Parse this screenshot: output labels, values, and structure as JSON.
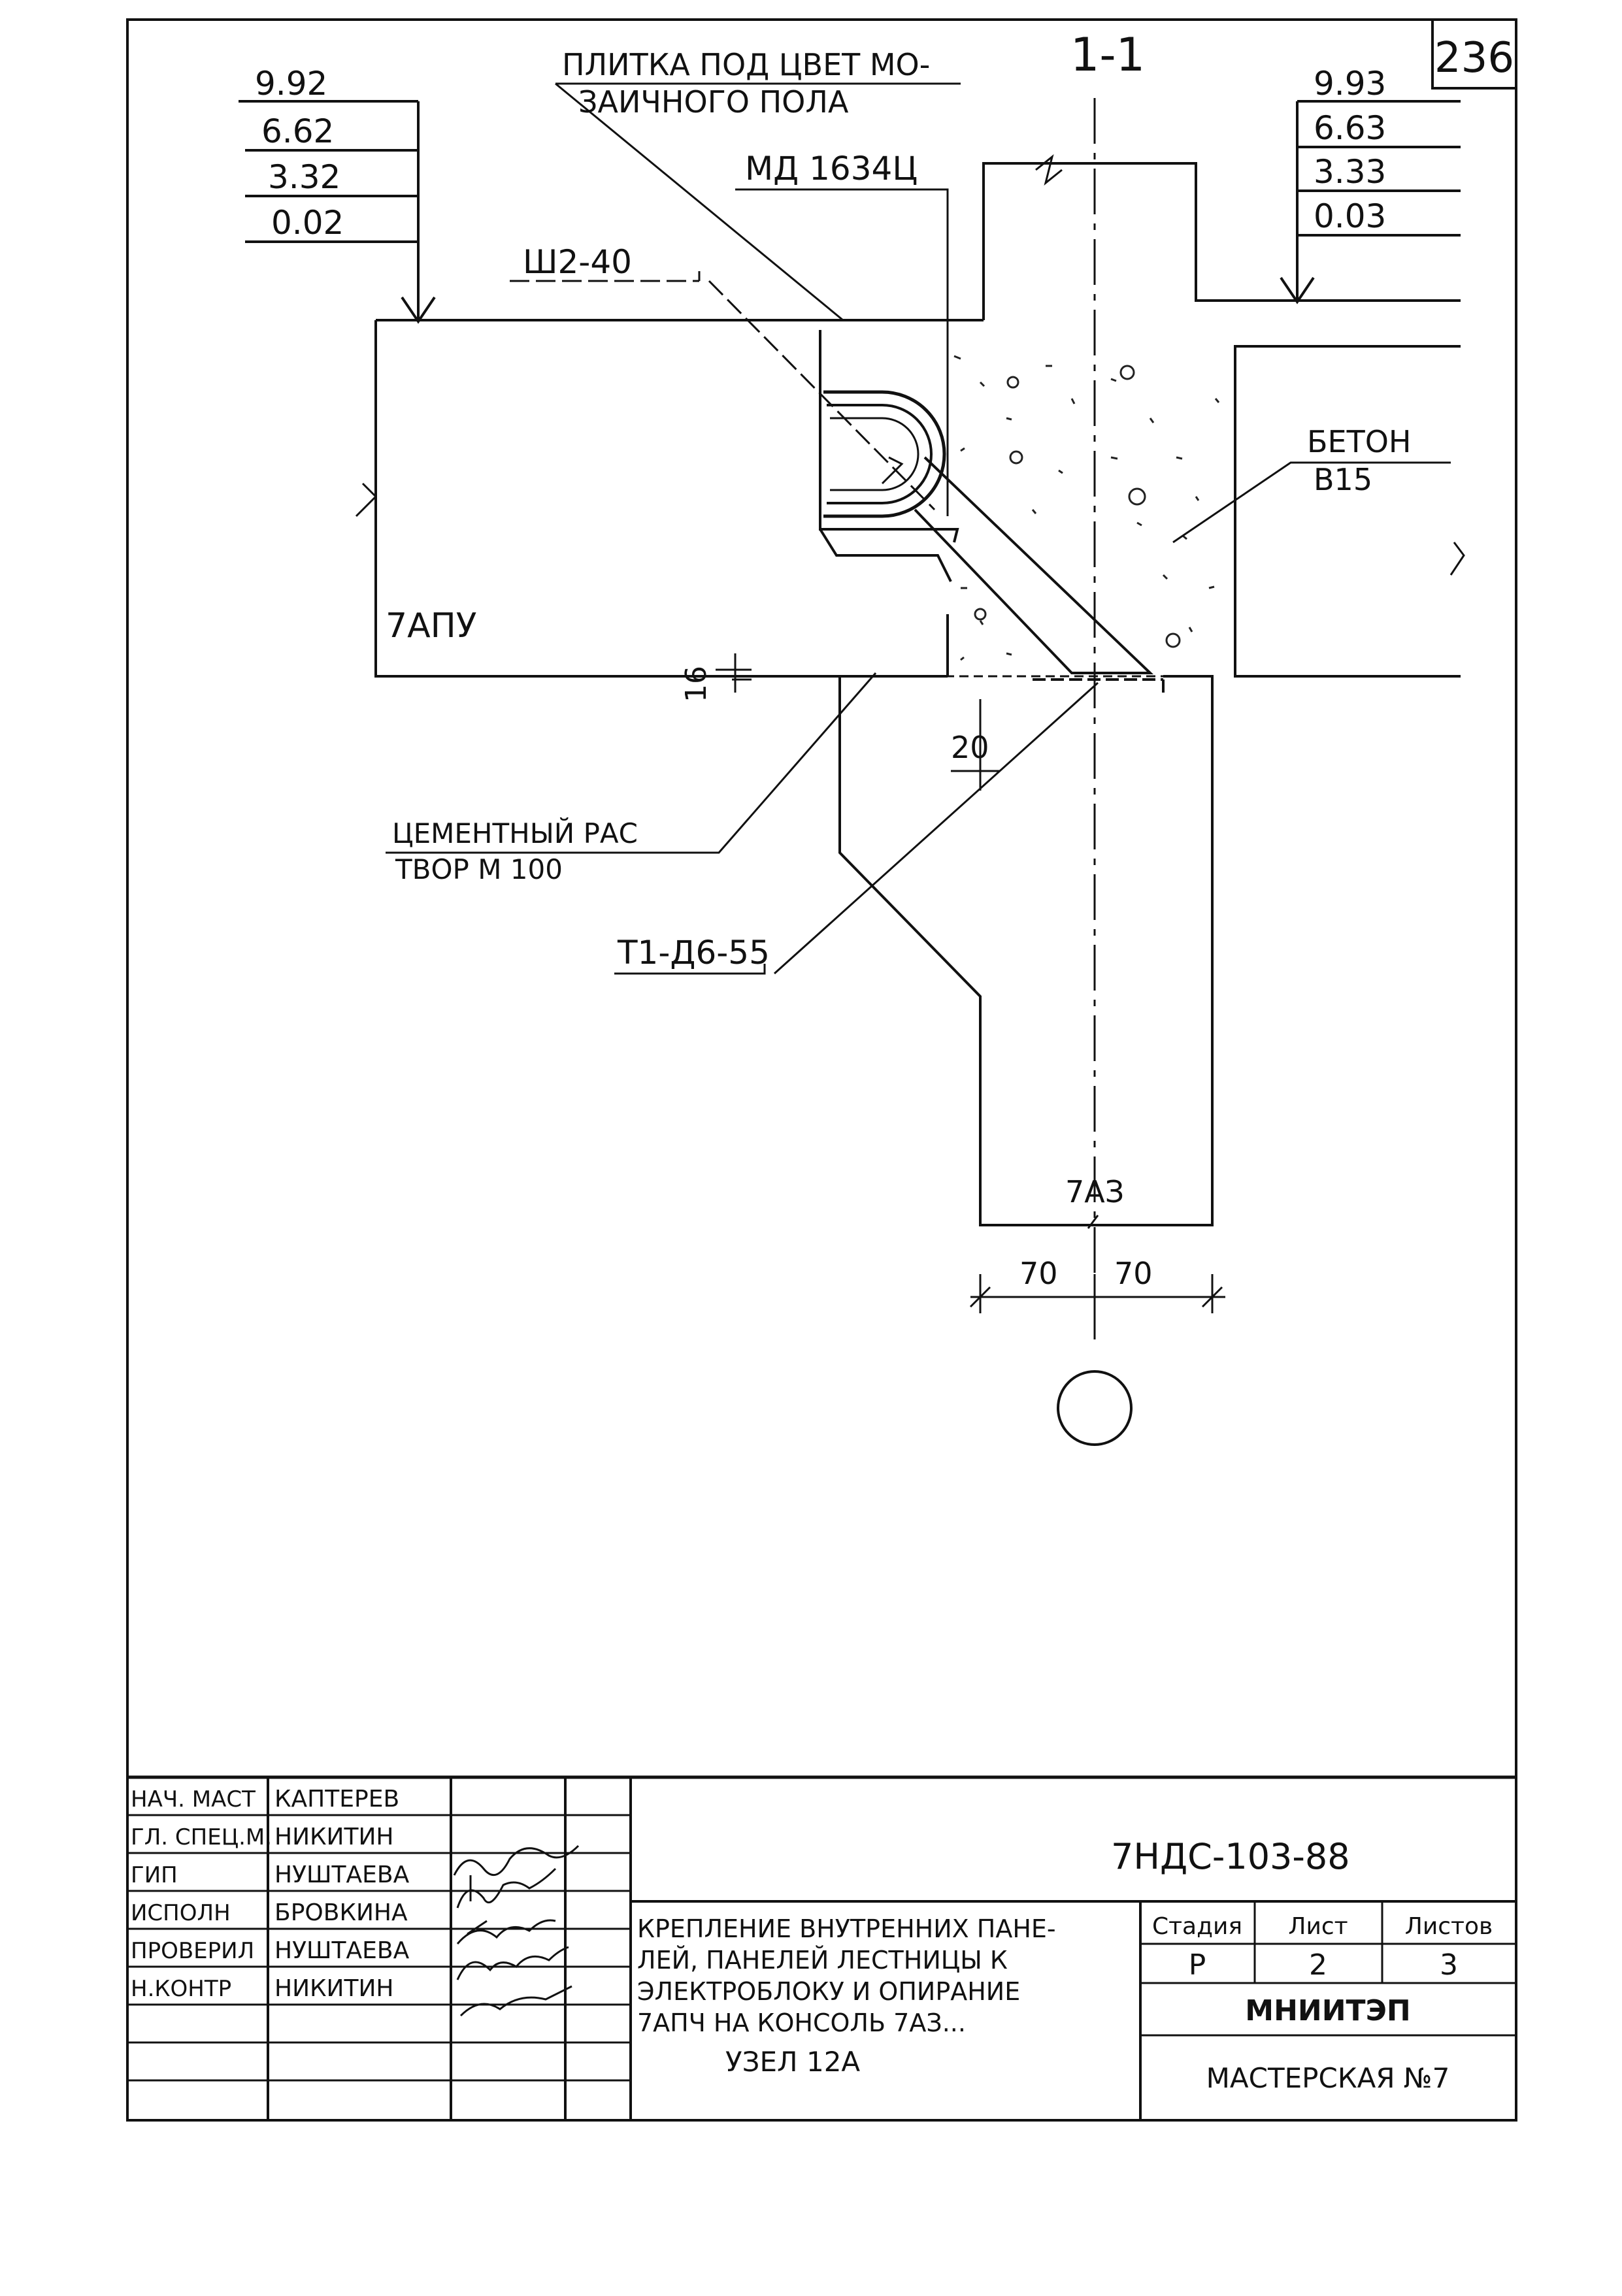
{
  "sheet_number": "236",
  "section_label": "1-1",
  "elevations_left": [
    "9.92",
    "6.62",
    "3.32",
    "0.02"
  ],
  "elevations_right": [
    "9.93",
    "6.63",
    "3.33",
    "0.03"
  ],
  "callouts": {
    "tile_line1": "ПЛИТКА ПОД ЦВЕТ МО-",
    "tile_line2": "ЗАИЧНОГО ПОЛА",
    "md": "МД 1634Ц",
    "sh": "Ш2-40",
    "concrete_line1": "БЕТОН",
    "concrete_line2": "В15",
    "slab": "7АПУ",
    "mortar_line1": "ЦЕМЕНТНЫЙ РАС",
    "mortar_line2": "ТВОР М 100",
    "t1": "Т1-Д6-55",
    "block": "7АЗ"
  },
  "dimensions": {
    "gap": "16",
    "bearing": "20",
    "half_left": "70",
    "half_right": "70"
  },
  "title_block": {
    "roles": [
      "НАЧ. МАСТ",
      "ГЛ. СПЕЦ.М.",
      "ГИП",
      "ИСПОЛН",
      "ПРОВЕРИЛ",
      "Н.КОНТР"
    ],
    "names": [
      "КАПТЕРЕВ",
      "НИКИТИН",
      "НУШТАЕВА",
      "БРОВКИНА",
      "НУШТАЕВА",
      "НИКИТИН"
    ],
    "doc_code": "7НДС-103-88",
    "title_lines": [
      "КРЕПЛЕНИЕ ВНУТРЕННИХ ПАНЕ-",
      "ЛЕЙ, ПАНЕЛЕЙ ЛЕСТНИЦЫ К",
      "ЭЛЕКТРОБЛОКУ И ОПИРАНИЕ",
      "7АПЧ НА КОНСОЛЬ 7АЗ..."
    ],
    "node": "УЗЕЛ 12А",
    "stage_header": "Стадия",
    "sheet_header": "Лист",
    "sheets_header": "Листов",
    "stage": "Р",
    "sheet": "2",
    "sheets": "3",
    "org": "МНИИТЭП",
    "workshop": "МАСТЕРСКАЯ №7"
  }
}
